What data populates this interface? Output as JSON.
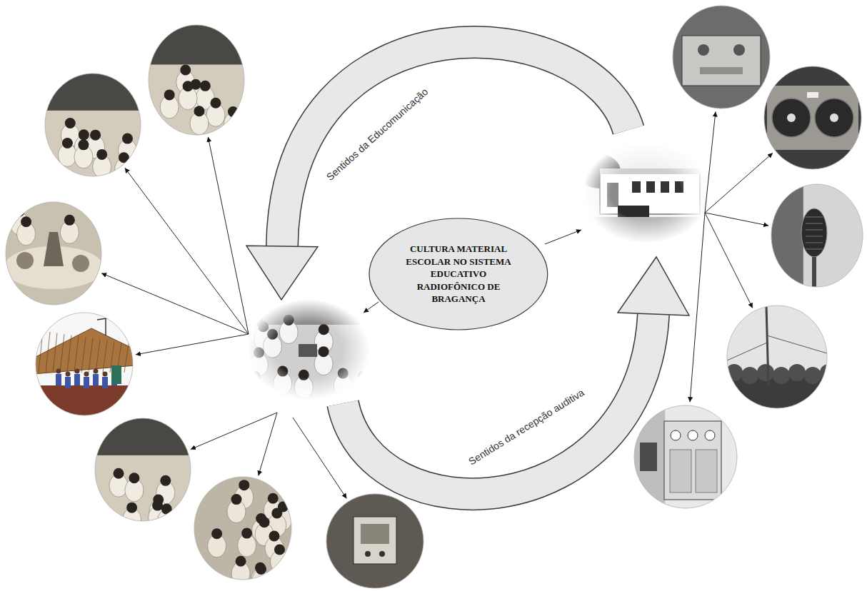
{
  "diagram": {
    "nodes": [
      {
        "text": [
          "CULTURA MATERIAL ESCOLAR NO SISTEMA EDUCATIVO RADIOFÔNICO DE BRAGANÇA"
        ]
      }
    ],
    "edges": [],
    "labels": [
      "Sentidos da Educomunicação",
      "Sentidos da recepção auditiva"
    ]
  }
}
